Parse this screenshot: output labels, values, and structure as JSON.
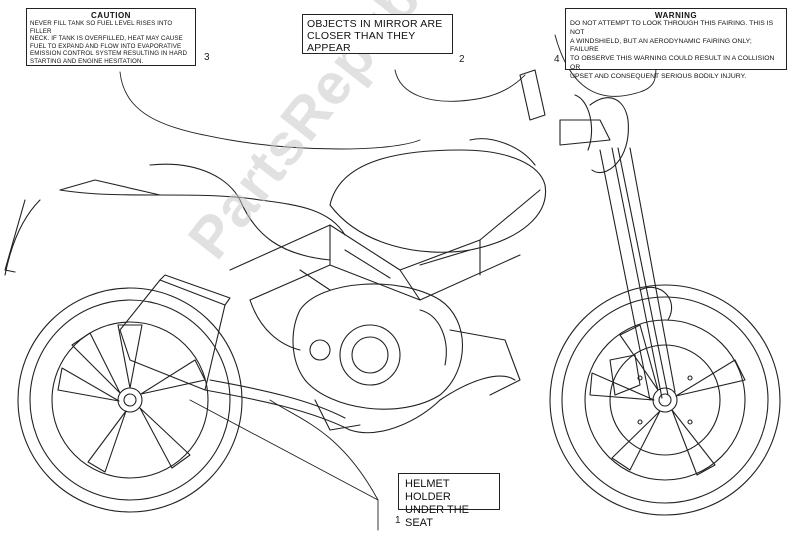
{
  "labels": {
    "caution": {
      "heading": "CAUTION",
      "lines": [
        "NEVER FILL TANK SO FUEL LEVEL RISES INTO FILLER",
        "NECK. IF TANK IS OVERFILLED, HEAT MAY CAUSE",
        "FUEL TO EXPAND AND FLOW INTO EVAPORATIVE",
        "EMISSION CONTROL SYSTEM RESULTING IN HARD",
        "STARTING AND ENGINE HESITATION."
      ],
      "callout": "3"
    },
    "mirror": {
      "lines": [
        "OBJECTS IN MIRROR ARE",
        "CLOSER THAN THEY APPEAR"
      ],
      "callout": "2"
    },
    "warning": {
      "heading": "WARNING",
      "lines": [
        "DO NOT ATTEMPT TO LOOK THROUGH THIS FAIRING. THIS IS NOT",
        "A WINDSHIELD, BUT AN AERODYNAMIC FAIRING ONLY; FAILURE",
        "TO OBSERVE THIS WARNING COULD RESULT IN A COLLISION OR",
        "UPSET AND CONSEQUENT SERIOUS BODILY INJURY."
      ],
      "callout": "4"
    },
    "helmet": {
      "lines": [
        "HELMET HOLDER",
        "UNDER THE SEAT"
      ],
      "callout": "1"
    }
  },
  "watermark": "PartsRepublik"
}
